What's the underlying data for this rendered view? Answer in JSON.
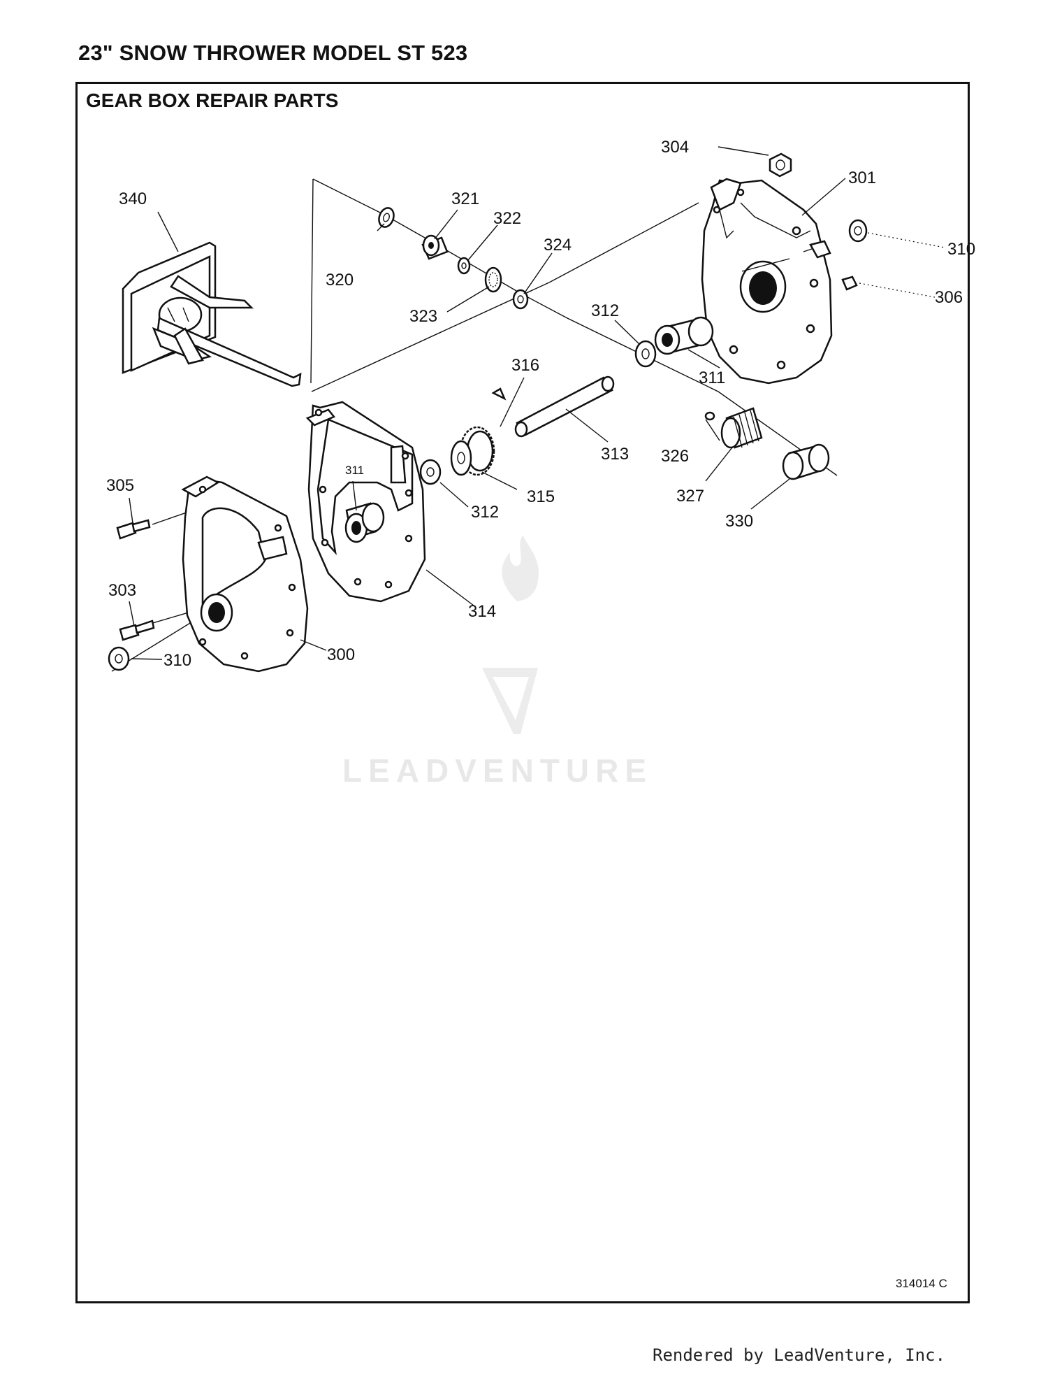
{
  "page": {
    "title": "23\" SNOW THROWER MODEL ST 523",
    "section_title": "GEAR BOX REPAIR PARTS",
    "drawing_id": "314014 C",
    "footer": "Rendered by LeadVenture, Inc.",
    "watermark": "LEADVENTURE"
  },
  "callouts": {
    "p300": "300",
    "p301": "301",
    "p303": "303",
    "p304": "304",
    "p305": "305",
    "p306": "306",
    "p310a": "310",
    "p310b": "310",
    "p311a": "311",
    "p311b": "311",
    "p312a": "312",
    "p312b": "312",
    "p313": "313",
    "p314": "314",
    "p315": "315",
    "p316": "316",
    "p320": "320",
    "p321": "321",
    "p322": "322",
    "p323": "323",
    "p324": "324",
    "p326": "326",
    "p327": "327",
    "p330": "330",
    "p340": "340"
  }
}
